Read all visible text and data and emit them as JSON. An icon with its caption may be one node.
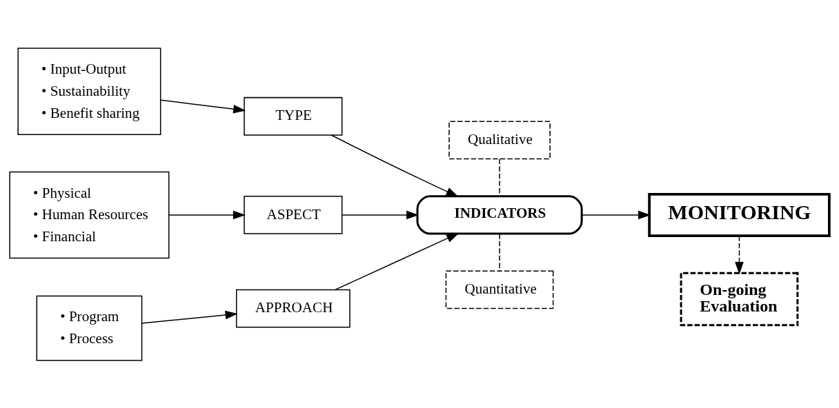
{
  "diagram": {
    "nodes": [
      {
        "text": [
          "• Input-Output",
          "• Sustainability",
          "• Benefit sharing"
        ]
      },
      {
        "text": [
          "TYPE"
        ]
      },
      {
        "text": [
          "• Physical",
          "• Human Resources",
          "• Financial"
        ]
      },
      {
        "text": [
          "ASPECT"
        ]
      },
      {
        "text": [
          "• Program",
          "• Process"
        ]
      },
      {
        "text": [
          "APPROACH"
        ]
      },
      {
        "text": [
          "Qualitative"
        ]
      },
      {
        "text": [
          "INDICATORS"
        ]
      },
      {
        "text": [
          "Quantitative"
        ]
      },
      {
        "text": [
          "MONITORING"
        ]
      },
      {
        "text": [
          "On-going Evaluation"
        ]
      }
    ],
    "edges": [
      {
        "from": 0,
        "to": 1,
        "arrow": "to"
      },
      {
        "from": 2,
        "to": 3,
        "arrow": "to"
      },
      {
        "from": 4,
        "to": 5,
        "arrow": "to"
      },
      {
        "from": 1,
        "to": 7,
        "arrow": "to"
      },
      {
        "from": 3,
        "to": 7,
        "arrow": "to"
      },
      {
        "from": 5,
        "to": 7,
        "arrow": "to"
      },
      {
        "from": 6,
        "to": 7,
        "arrow": "none",
        "style": "dashed"
      },
      {
        "from": 7,
        "to": 8,
        "arrow": "none",
        "style": "dashed"
      },
      {
        "from": 7,
        "to": 9,
        "arrow": "to"
      },
      {
        "from": 9,
        "to": 10,
        "arrow": "to",
        "style": "dashed"
      }
    ]
  }
}
